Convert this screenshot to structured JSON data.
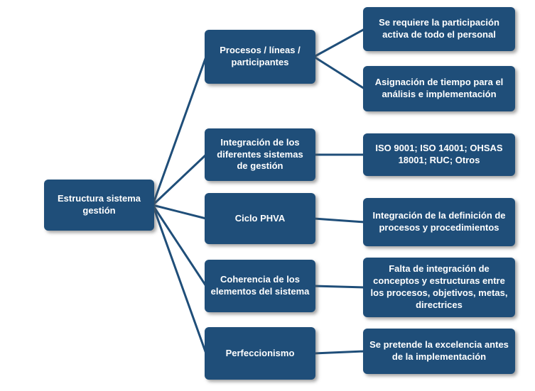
{
  "diagram": {
    "type": "hierarchy-tree",
    "root": {
      "label": "Estructura sistema gestión"
    },
    "branches": [
      {
        "label": "Procesos / líneas / participantes",
        "leaves": [
          "Se requiere la participación activa de todo el personal",
          "Asignación de tiempo para el análisis e implementación"
        ]
      },
      {
        "label": "Integración de los diferentes sistemas de gestión",
        "leaves": [
          "ISO 9001; ISO 14001; OHSAS 18001; RUC; Otros"
        ]
      },
      {
        "label": "Ciclo PHVA",
        "leaves": [
          "Integración de la definición de procesos y procedimientos"
        ]
      },
      {
        "label": "Coherencia de los elementos del sistema",
        "leaves": [
          "Falta de integración de conceptos y estructuras entre los procesos, objetivos, metas, directrices"
        ]
      },
      {
        "label": "Perfeccionismo",
        "leaves": [
          "Se pretende la excelencia antes de la implementación"
        ]
      }
    ],
    "colors": {
      "node_fill": "#1F4E79",
      "node_text": "#FFFFFF",
      "connector": "#1F4E79",
      "background": "#FFFFFF"
    }
  }
}
